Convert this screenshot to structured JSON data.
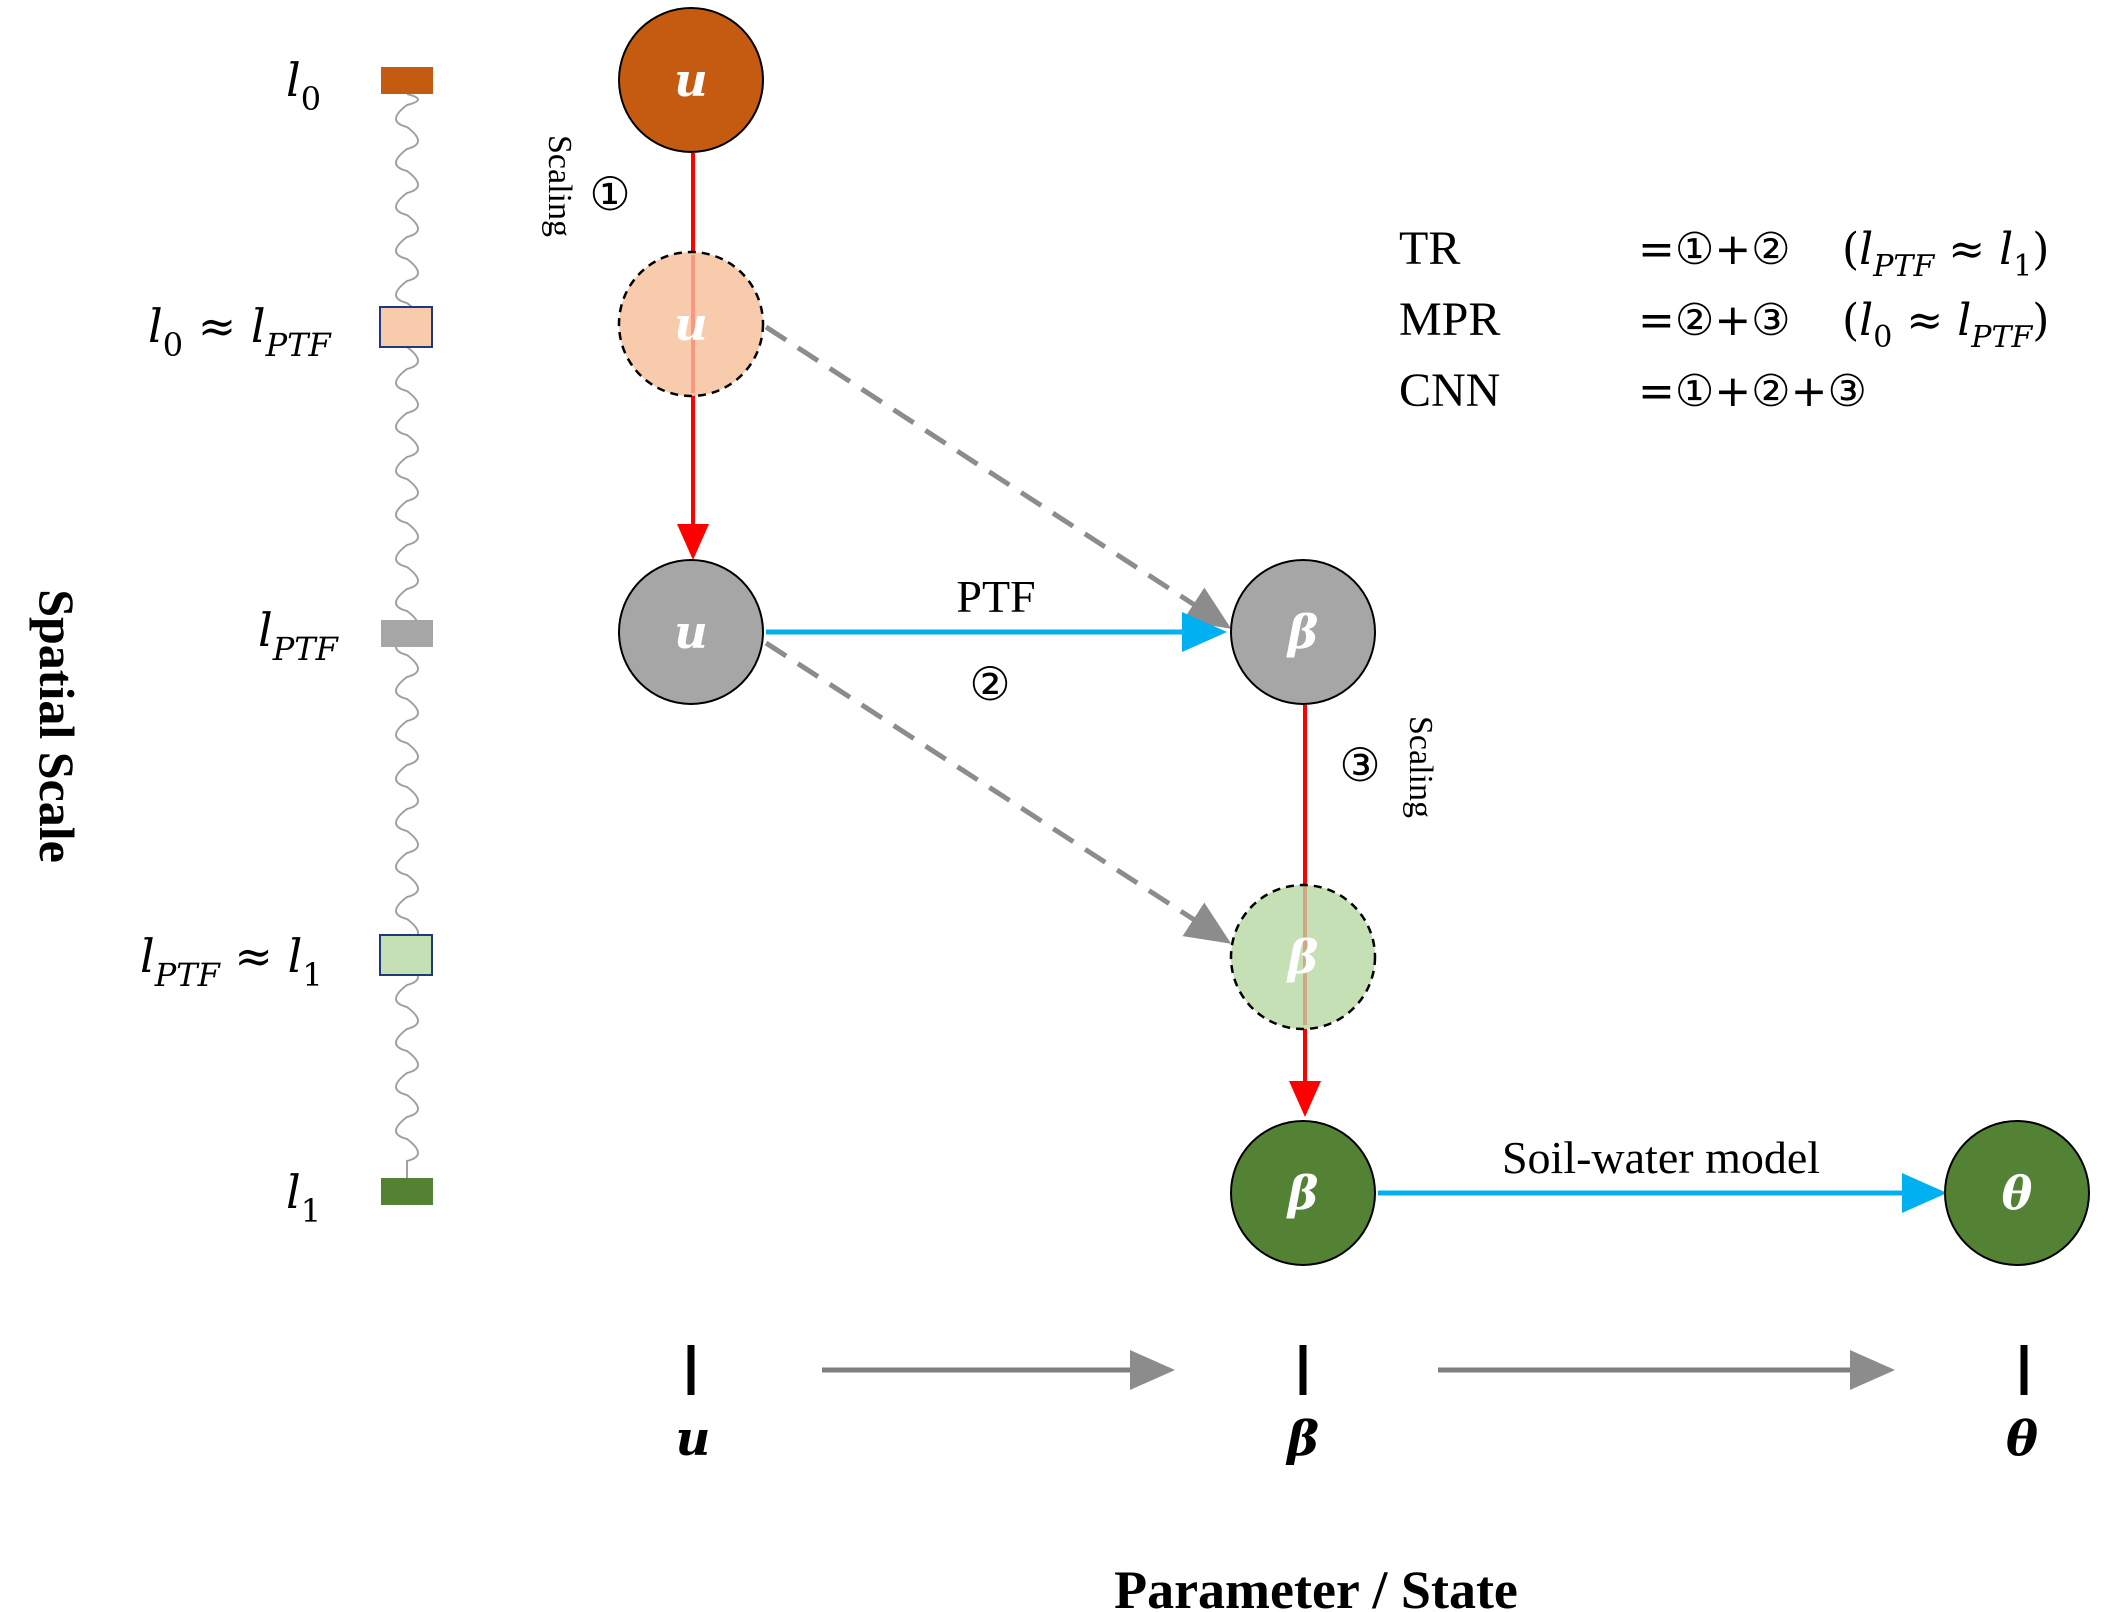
{
  "axis": {
    "y_title": "Spatial Scale",
    "x_title": "Parameter / State"
  },
  "scale_levels": [
    {
      "label": "l₀",
      "color": "#c55a11"
    },
    {
      "label": "l₀ ≈ l_PTF",
      "color": "#f8cbad"
    },
    {
      "label": "l_PTF",
      "color": "#a6a6a6"
    },
    {
      "label": "l_PTF ≈ l₁",
      "color": "#c5e0b4"
    },
    {
      "label": "l₁",
      "color": "#548235"
    }
  ],
  "nodes": {
    "u_top": "u",
    "u_dashed": "u",
    "u_mid": "u",
    "beta_mid": "β",
    "beta_dashed": "β",
    "beta_bottom": "β",
    "theta": "θ"
  },
  "edges": {
    "scaling_1_label": "Scaling",
    "scaling_1_step": "①",
    "ptf_label": "PTF",
    "ptf_step": "②",
    "scaling_3_label": "Scaling",
    "scaling_3_step": "③",
    "soil_water_label": "Soil-water model"
  },
  "legend": [
    {
      "method": "TR",
      "formula": "=①+②",
      "condition": "(l_PTF ≈ l₁)"
    },
    {
      "method": "MPR",
      "formula": "=②+③",
      "condition": "(l₀ ≈ l_PTF)"
    },
    {
      "method": "CNN",
      "formula": "=①+②+③",
      "condition": ""
    }
  ],
  "x_axis_ticks": [
    "u",
    "β",
    "θ"
  ],
  "colors": {
    "brown": "#c55a11",
    "peach": "#f8cbad",
    "gray": "#a6a6a6",
    "light_green": "#c5e0b4",
    "dark_green": "#548235",
    "scaling_arrow": "#ff0000",
    "model_arrow": "#00b0f0",
    "dashed_arrow": "#8c8c8c"
  }
}
